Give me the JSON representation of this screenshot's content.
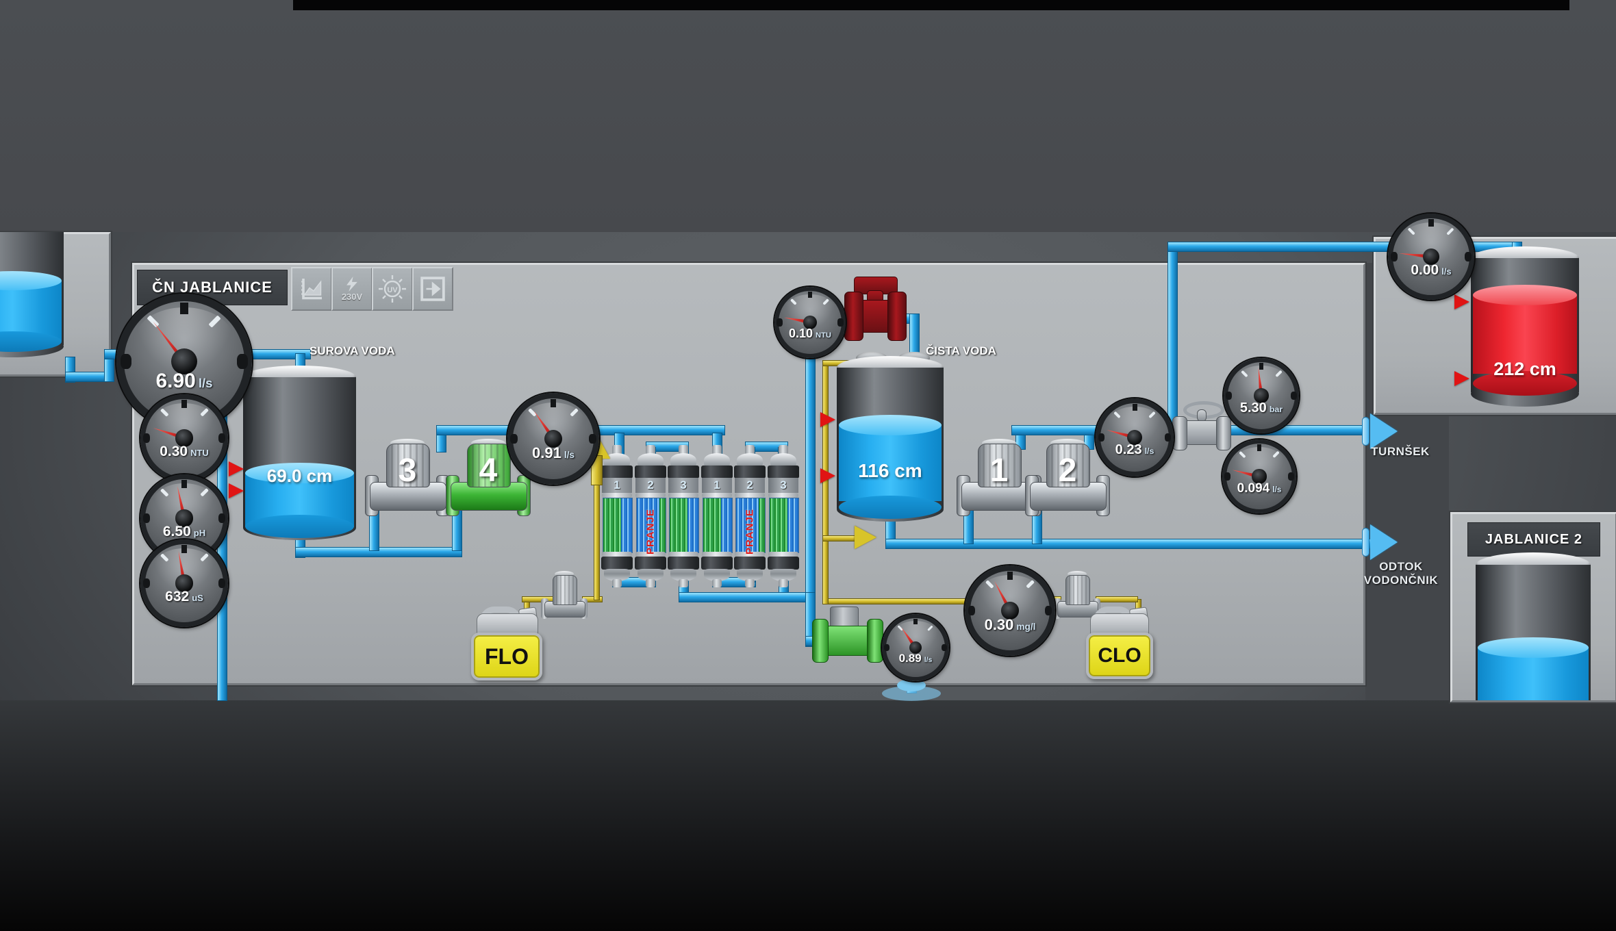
{
  "header": {
    "title": "ČN JABLANICE"
  },
  "toolbar": {
    "buttons": [
      {
        "name": "trend-chart",
        "label": ""
      },
      {
        "name": "power-230v",
        "label": "230V"
      },
      {
        "name": "uv-lamp",
        "label": "UV"
      },
      {
        "name": "exit-page",
        "label": ""
      }
    ]
  },
  "gauges": [
    {
      "id": "raw-inflow",
      "value": "6.90",
      "unit": "l/s"
    },
    {
      "id": "raw-turbidity",
      "value": "0.30",
      "unit": "NTU"
    },
    {
      "id": "raw-ph",
      "value": "6.50",
      "unit": "pH"
    },
    {
      "id": "raw-conductivity",
      "value": "632",
      "unit": "uS"
    },
    {
      "id": "filter-feed-flow",
      "value": "0.91",
      "unit": "l/s"
    },
    {
      "id": "filtrate-turbidity",
      "value": "0.10",
      "unit": "NTU"
    },
    {
      "id": "distribution-flow",
      "value": "0.23",
      "unit": "l/s"
    },
    {
      "id": "distribution-pressure",
      "value": "5.30",
      "unit": "bar"
    },
    {
      "id": "outflow-flow",
      "value": "0.094",
      "unit": "l/s"
    },
    {
      "id": "chlorine-residual",
      "value": "0.30",
      "unit": "mg/l"
    },
    {
      "id": "waste-flow",
      "value": "0.89",
      "unit": "l/s"
    },
    {
      "id": "reservoir-inflow",
      "value": "0.00",
      "unit": "l/s"
    }
  ],
  "tanks": {
    "surova": {
      "label": "SUROVA VODA",
      "level": "69.0 cm"
    },
    "cista": {
      "label": "ČISTA VODA",
      "level": "116 cm"
    },
    "reservoir": {
      "level": "212 cm"
    },
    "jablanice2": {
      "title": "JABLANICE 2"
    }
  },
  "pumps": [
    {
      "number": "3",
      "status": "stopped"
    },
    {
      "number": "4",
      "status": "running"
    },
    {
      "number": "1",
      "status": "stopped"
    },
    {
      "number": "2",
      "status": "stopped"
    }
  ],
  "filters": [
    {
      "number": "1",
      "status": ""
    },
    {
      "number": "2",
      "status": "PRANJE"
    },
    {
      "number": "3",
      "status": ""
    },
    {
      "number": "1",
      "status": ""
    },
    {
      "number": "2",
      "status": "PRANJE"
    },
    {
      "number": "3",
      "status": ""
    }
  ],
  "chemicals": {
    "flo": "FLO",
    "clo": "CLO"
  },
  "outlets": {
    "turnsek": "TURNŠEK",
    "odtok_line1": "ODTOK",
    "odtok_line2": "VODONČNIK"
  },
  "colors": {
    "water_blue": "#29A7E8",
    "chem_yellow": "#D8C429",
    "alarm_red": "#E01414",
    "tank_red_fill": "#E82028",
    "running_green": "#35B82E",
    "panel_gray": "#B4B8BC",
    "dark_box": "#3E4245",
    "canister_yellow": "#E8E232"
  }
}
